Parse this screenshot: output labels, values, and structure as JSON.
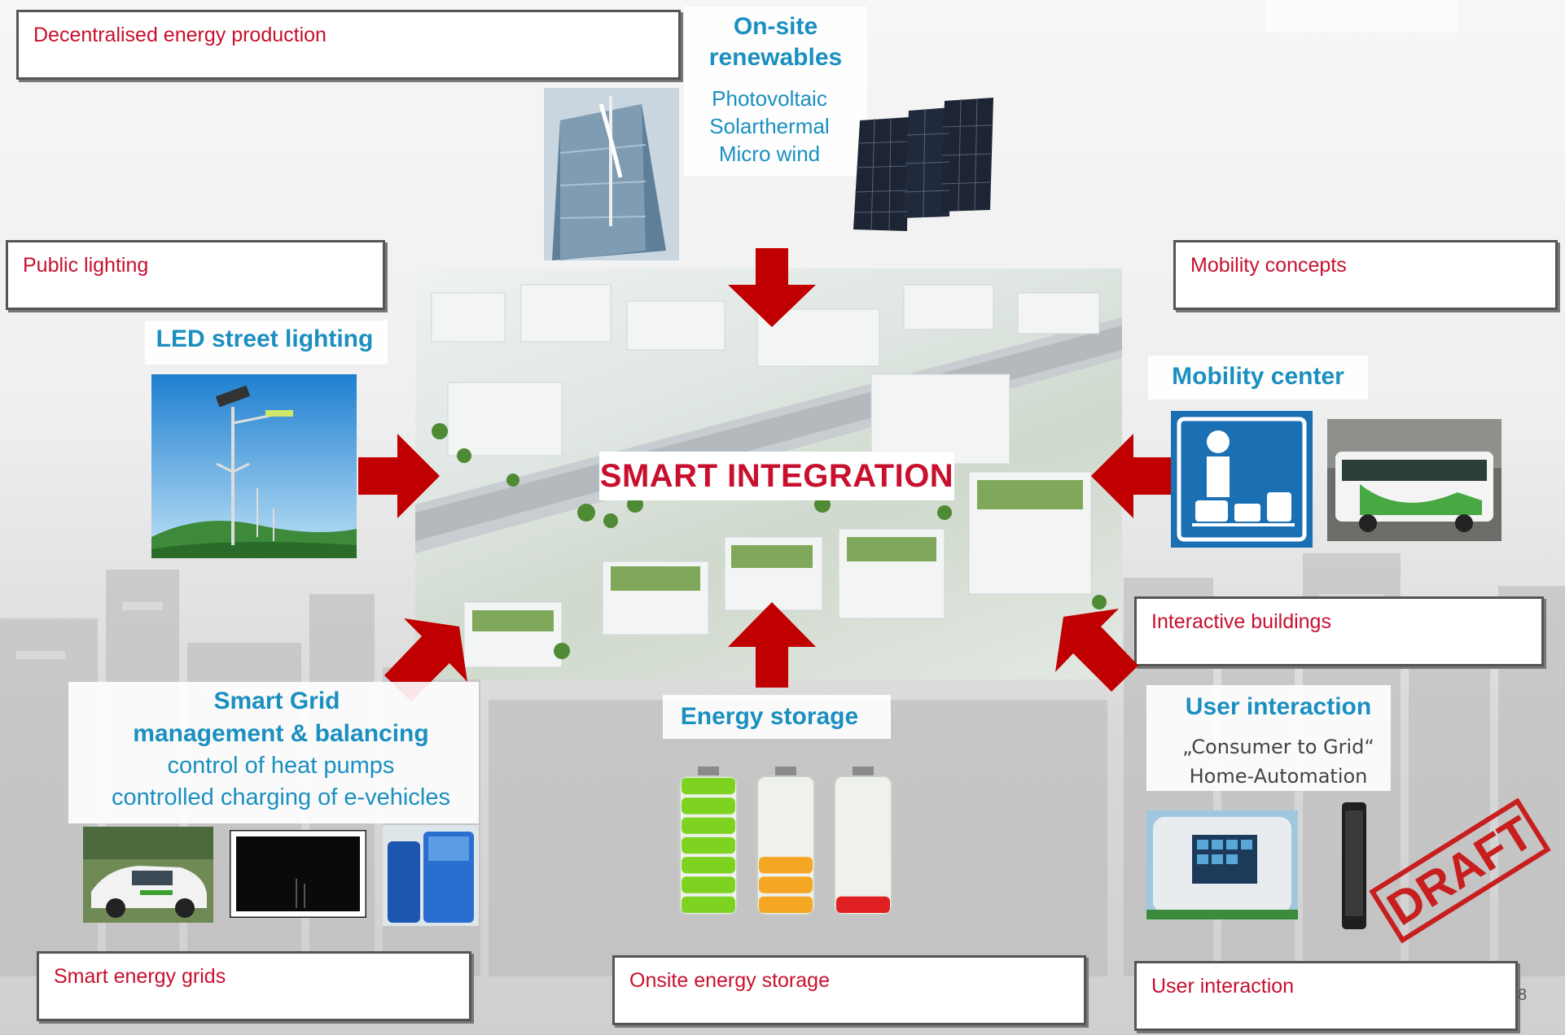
{
  "boxes": {
    "decentralised": "Decentralised energy production",
    "public_lighting": "Public lighting",
    "mobility_concepts": "Mobility concepts",
    "interactive_buildings": "Interactive buildings",
    "smart_grids": "Smart energy grids",
    "onsite_storage": "Onsite energy storage",
    "user_interaction_box": "User interaction"
  },
  "onsite": {
    "title_1": "On-site",
    "title_2": "renewables",
    "items": [
      "Photovoltaic",
      "Solarthermal",
      "Micro wind"
    ]
  },
  "led": {
    "title": "LED street lighting"
  },
  "mobility": {
    "title": "Mobility center"
  },
  "center": {
    "title": "SMART INTEGRATION"
  },
  "smartgrid": {
    "title_1": "Smart Grid",
    "title_2": "management & balancing",
    "line_1": "control of heat pumps",
    "line_2": "controlled charging of e-vehicles"
  },
  "storage": {
    "title": "Energy storage",
    "levels": [
      1.0,
      0.45,
      0.12
    ]
  },
  "user": {
    "title": "User interaction",
    "line_1": "„Consumer to Grid“",
    "line_2": "Home-Automation"
  },
  "stamp": "DRAFT",
  "page_number": "8",
  "colors": {
    "accent_red": "#c8102e",
    "title_blue": "#1a8fc0",
    "arrow_red": "#c00000"
  }
}
